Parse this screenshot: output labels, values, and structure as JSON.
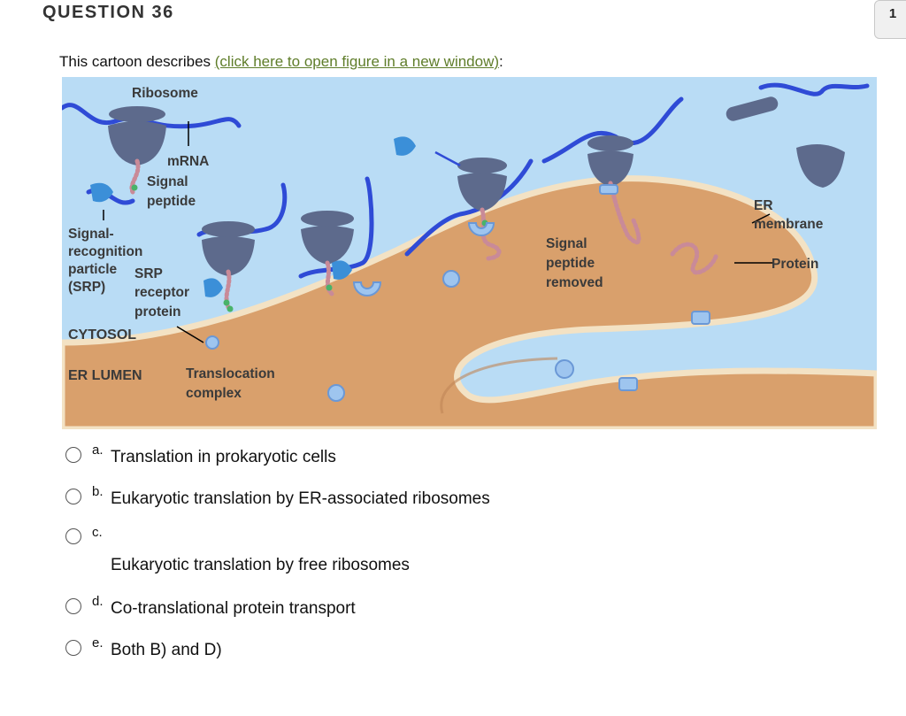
{
  "question": {
    "title": "QUESTION 36",
    "points": "1",
    "prompt_text": "This cartoon describes ",
    "link_text": "(click here to open figure in a new window)",
    "prompt_suffix": ":"
  },
  "figure": {
    "labels": {
      "ribosome": "Ribosome",
      "mrna": "mRNA",
      "signal_peptide_1": "Signal",
      "signal_peptide_2": "peptide",
      "srp_1": "Signal-",
      "srp_2": "recognition",
      "srp_3": "particle",
      "srp_4": "(SRP)",
      "receptor_1": "SRP",
      "receptor_2": "receptor",
      "receptor_3": "protein",
      "cytosol": "CYTOSOL",
      "er_lumen": "ER LUMEN",
      "translocation_1": "Translocation",
      "translocation_2": "complex",
      "removed_1": "Signal",
      "removed_2": "peptide",
      "removed_3": "removed",
      "er_membrane_1": "ER",
      "er_membrane_2": "membrane",
      "protein": "Protein"
    },
    "colors": {
      "cytosol": "#b9dcf5",
      "lumen": "#d9a06c",
      "membrane": "#f3e2c4",
      "ribosome": "#5d6a8c",
      "mrna": "#2f4bd6",
      "peptide": "#c98a98",
      "signal": "#49b36a",
      "srp": "#3b8fd8"
    }
  },
  "options": [
    {
      "letter": "a.",
      "text": "Translation in prokaryotic cells"
    },
    {
      "letter": "b.",
      "text": "Eukaryotic translation by ER-associated ribosomes"
    },
    {
      "letter": "c.",
      "text": "Eukaryotic translation by free ribosomes"
    },
    {
      "letter": "d.",
      "text": "Co-translational protein transport"
    },
    {
      "letter": "e.",
      "text": "Both B) and D)"
    }
  ]
}
